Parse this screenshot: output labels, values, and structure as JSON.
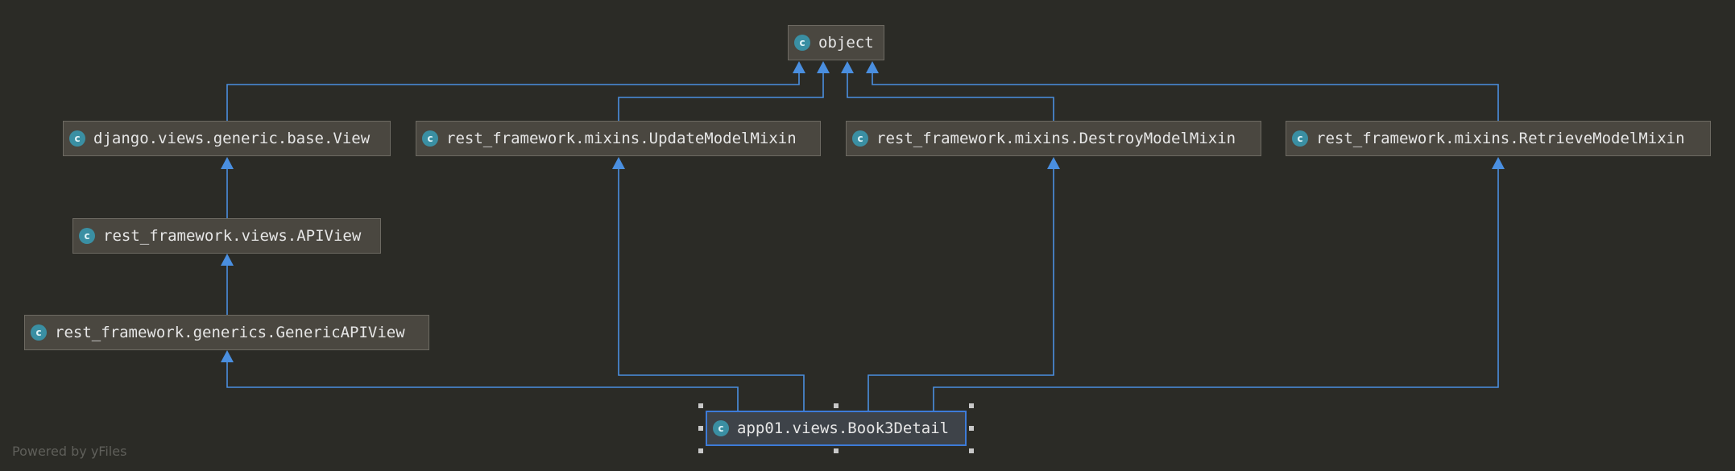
{
  "diagram": {
    "nodes": {
      "object": {
        "label": "object",
        "icon": "class-icon",
        "icon_letter": "c"
      },
      "django_view": {
        "label": "django.views.generic.base.View",
        "icon": "class-icon",
        "icon_letter": "c"
      },
      "update_mixin": {
        "label": "rest_framework.mixins.UpdateModelMixin",
        "icon": "class-icon",
        "icon_letter": "c"
      },
      "destroy_mixin": {
        "label": "rest_framework.mixins.DestroyModelMixin",
        "icon": "class-icon",
        "icon_letter": "c"
      },
      "retrieve_mixin": {
        "label": "rest_framework.mixins.RetrieveModelMixin",
        "icon": "class-icon",
        "icon_letter": "c"
      },
      "apiview": {
        "label": "rest_framework.views.APIView",
        "icon": "class-icon",
        "icon_letter": "c"
      },
      "generic_apiview": {
        "label": "rest_framework.generics.GenericAPIView",
        "icon": "class-icon",
        "icon_letter": "c"
      },
      "book3detail": {
        "label": "app01.views.Book3Detail",
        "icon": "class-icon",
        "icon_letter": "c",
        "selected": true
      }
    },
    "edges": [
      {
        "from": "django_view",
        "to": "object",
        "type": "inheritance"
      },
      {
        "from": "update_mixin",
        "to": "object",
        "type": "inheritance"
      },
      {
        "from": "destroy_mixin",
        "to": "object",
        "type": "inheritance"
      },
      {
        "from": "retrieve_mixin",
        "to": "object",
        "type": "inheritance"
      },
      {
        "from": "apiview",
        "to": "django_view",
        "type": "inheritance"
      },
      {
        "from": "generic_apiview",
        "to": "apiview",
        "type": "inheritance"
      },
      {
        "from": "book3detail",
        "to": "generic_apiview",
        "type": "inheritance"
      },
      {
        "from": "book3detail",
        "to": "update_mixin",
        "type": "inheritance"
      },
      {
        "from": "book3detail",
        "to": "destroy_mixin",
        "type": "inheritance"
      },
      {
        "from": "book3detail",
        "to": "retrieve_mixin",
        "type": "inheritance"
      }
    ],
    "colors": {
      "background": "#2b2b26",
      "edge": "#4a8fe0",
      "node_fill": "#4a4740",
      "node_border": "#6d6a62",
      "selected_border": "#3d7bd8",
      "class_icon": "#3a8fa3"
    }
  },
  "watermark": "Powered by yFiles"
}
